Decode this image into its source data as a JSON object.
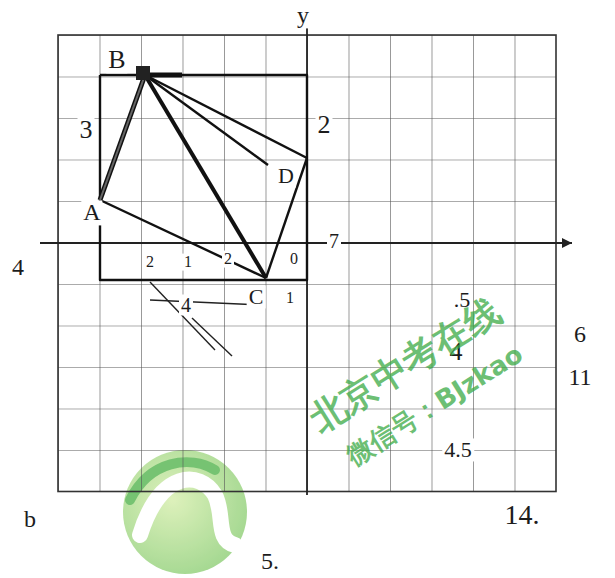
{
  "diagram": {
    "labels": [
      "y",
      "B",
      "3",
      "2",
      "A",
      "D",
      "4",
      "2",
      "1",
      "2",
      "0",
      "7",
      "C",
      "1",
      "4",
      ".5",
      "4",
      "4.5",
      "6",
      "11",
      "b",
      "14.",
      "5.",
      "北京中考在线",
      "微信号：BJzkao"
    ]
  }
}
